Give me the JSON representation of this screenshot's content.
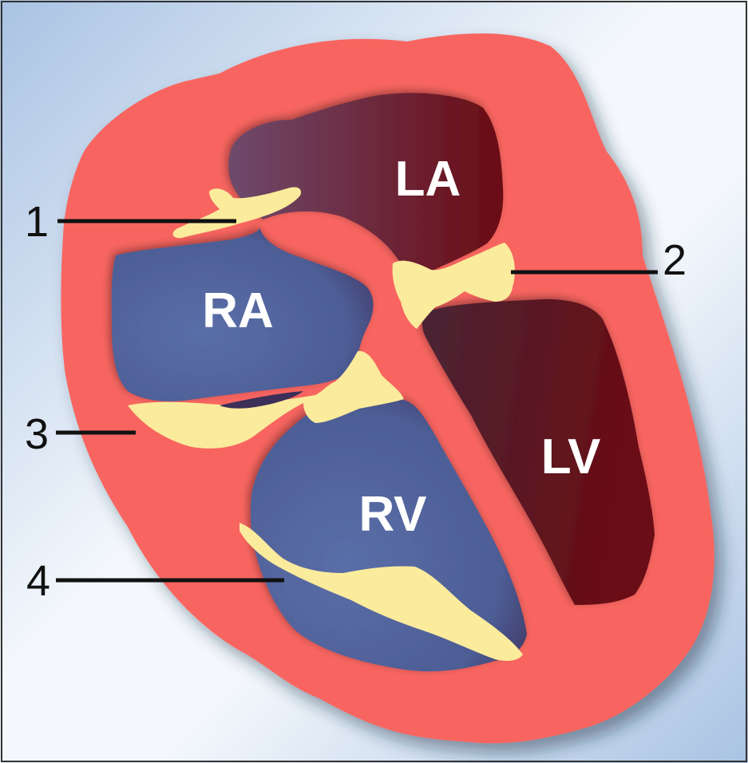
{
  "colors": {
    "background_light": "#f4f8fc",
    "background_dark": "#a9c3e3",
    "myocardium": "#f86560",
    "left_chamber_light": "#6e4a6c",
    "left_chamber_dark": "#6b0c12",
    "right_chamber_light": "#5a6ea8",
    "right_chamber_dark": "#3c2f58",
    "valve": "#fbeb9c",
    "line": "#111111"
  },
  "chambers": {
    "la": "LA",
    "ra": "RA",
    "rv": "RV",
    "lv": "LV"
  },
  "callouts": {
    "one": "1",
    "two": "2",
    "three": "3",
    "four": "4"
  }
}
